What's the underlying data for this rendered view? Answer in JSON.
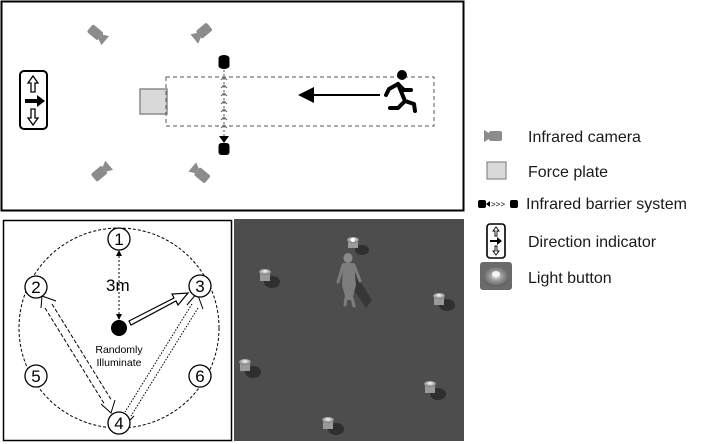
{
  "legend": {
    "infrared_camera": "Infrared camera",
    "force_plate": "Force plate",
    "infrared_barrier": "Infrared barrier system",
    "direction_indicator": "Direction indicator",
    "light_button": "Light button"
  },
  "agility": {
    "distance": "3m",
    "center_text_line1": "Randomly",
    "center_text_line2": "Illuminate",
    "positions": [
      "1",
      "2",
      "3",
      "4",
      "5",
      "6"
    ]
  },
  "colors": {
    "camera": "#8c8c8c",
    "force_plate": "#d9d9d9",
    "floor": "#4d4d4d"
  }
}
